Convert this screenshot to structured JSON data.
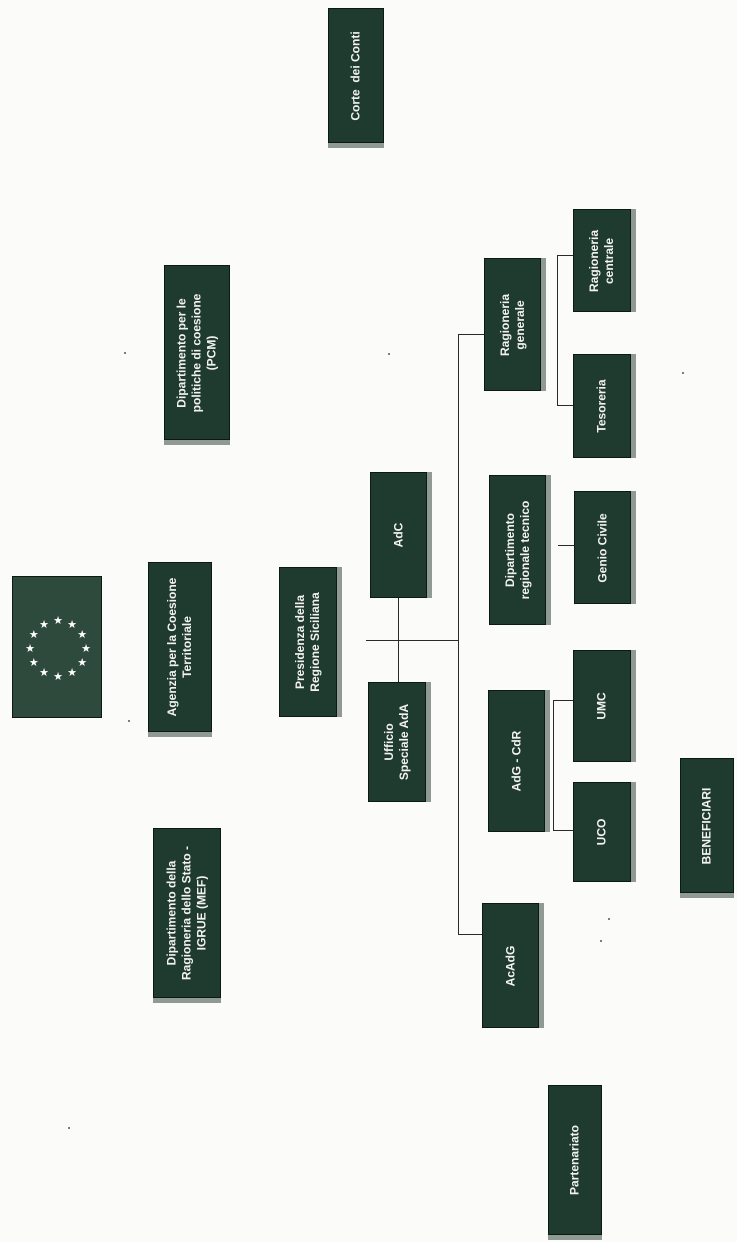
{
  "boxes": {
    "corte_dei_conti": "Corte  dei Conti",
    "dip_coesione": "Dipartimento per le\npolitiche di coesione\n(PCM)",
    "agenzia": "Agenzia per la Coesione\nTerritoriale",
    "dip_ragioneria_stato": "Dipartimento della\nRagioneria dello Stato -\nIGRUE (MEF)",
    "presidenza": "Presidenza della\nRegione Siciliana",
    "adc": "AdC",
    "ufficio_ada": "Ufficio\nSpeciale AdA",
    "ragioneria_generale": "Ragioneria\ngenerale",
    "ragioneria_centrale": "Ragioneria\ncentrale",
    "tesoreria": "Tesoreria",
    "dip_tecnico": "Dipartimento\nregionale tecnico",
    "genio_civile": "Genio Civile",
    "adg_cdr": "AdG - CdR",
    "umc": "UMC",
    "uco": "UCO",
    "acadg": "AcAdG",
    "beneficiari": "BENEFICIARI",
    "partenariato": "Partenariato"
  },
  "flag": {
    "icon": "eu-flag-icon",
    "star_count": 12,
    "background": "#2d4a3c",
    "star_color": "#ffffff"
  },
  "colors": {
    "box_fill": "#1f3a2e",
    "box_shadow": "#8f9a94",
    "line": "#2a2a2a",
    "text": "#f2f2ee"
  }
}
